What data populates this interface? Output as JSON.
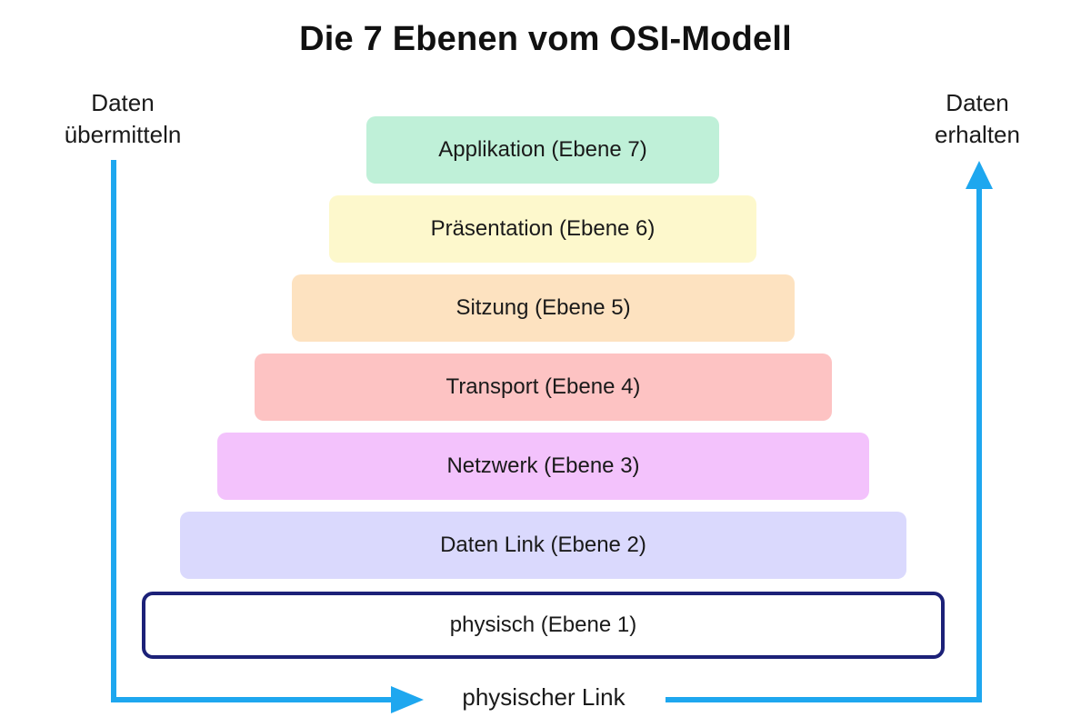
{
  "title": "Die 7 Ebenen vom OSI-Modell",
  "left_label": {
    "line1": "Daten",
    "line2": "übermitteln"
  },
  "right_label": {
    "line1": "Daten",
    "line2": "erhalten"
  },
  "bottom_label": "physischer Link",
  "layers": [
    {
      "label": "Applikation (Ebene 7)",
      "color": "#bff0d8"
    },
    {
      "label": "Präsentation (Ebene 6)",
      "color": "#fdf8cc"
    },
    {
      "label": "Sitzung (Ebene 5)",
      "color": "#fde2c0"
    },
    {
      "label": "Transport (Ebene 4)",
      "color": "#fdc3c3"
    },
    {
      "label": "Netzwerk (Ebene 3)",
      "color": "#f3c2fc"
    },
    {
      "label": "Daten Link (Ebene 2)",
      "color": "#dad9fd"
    },
    {
      "label": "physisch (Ebene 1)",
      "color": "#ffffff",
      "border_color": "#1c2178"
    }
  ],
  "colors": {
    "flow_arrow": "#1ea7ef"
  },
  "icons": {
    "flow_arrow": "arrow-icon"
  }
}
